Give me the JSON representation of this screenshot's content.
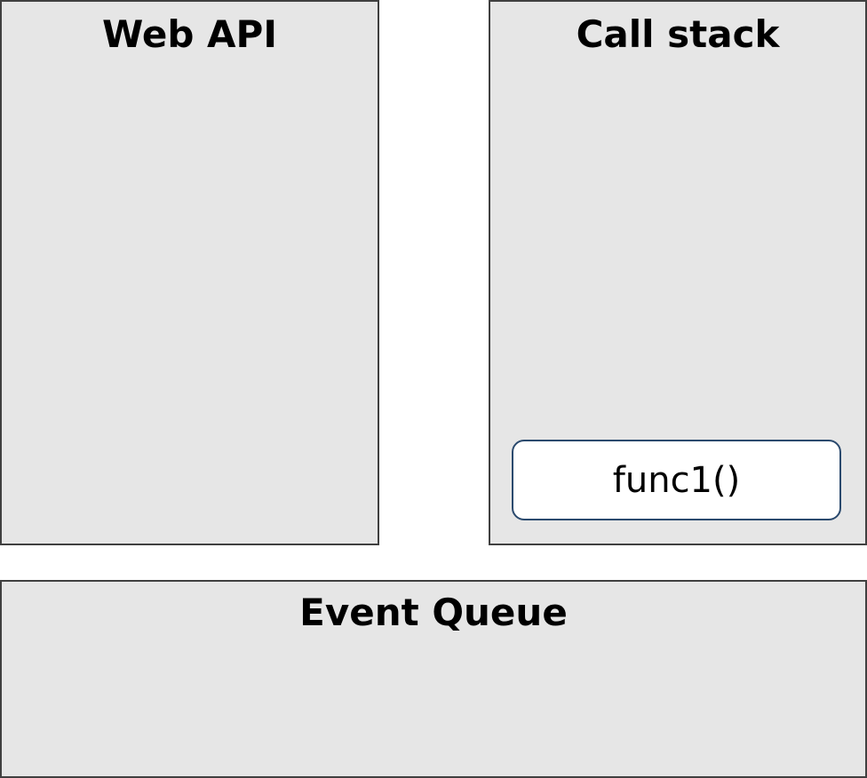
{
  "panels": {
    "web_api": {
      "title": "Web API"
    },
    "call_stack": {
      "title": "Call stack",
      "frames": [
        {
          "label": "func1()"
        }
      ]
    },
    "event_queue": {
      "title": "Event Queue"
    }
  },
  "colors": {
    "panel_fill": "#e6e6e6",
    "panel_border": "#404040",
    "frame_border": "#2b4a6e",
    "frame_fill": "#ffffff"
  }
}
